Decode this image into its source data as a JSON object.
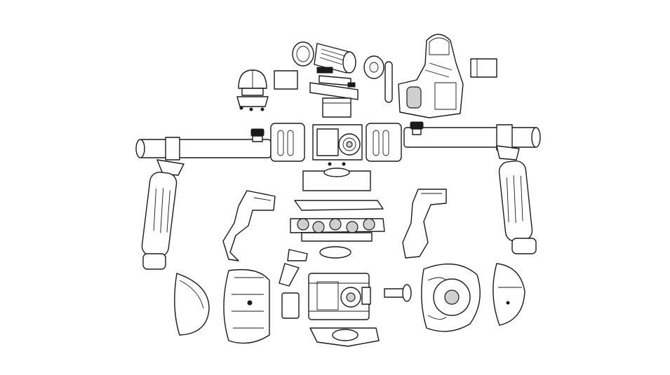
{
  "diagram": {
    "type": "exploded-view",
    "background_color": "#ffffff",
    "line_color": "#1a1a1a",
    "parts": [
      {
        "name": "left-handlebar",
        "icon": "tube"
      },
      {
        "name": "right-handlebar",
        "icon": "tube"
      },
      {
        "name": "left-grip",
        "icon": "grip"
      },
      {
        "name": "right-grip",
        "icon": "grip"
      },
      {
        "name": "center-hub",
        "icon": "hub"
      },
      {
        "name": "top-mount-block",
        "icon": "block"
      },
      {
        "name": "yaw-motor-housing",
        "icon": "bracket"
      },
      {
        "name": "damper-plate",
        "icon": "plate"
      },
      {
        "name": "roll-arm-left",
        "icon": "arm"
      },
      {
        "name": "roll-arm-right",
        "icon": "arm"
      },
      {
        "name": "camera-cage",
        "icon": "cage"
      },
      {
        "name": "motor-cover-left",
        "icon": "dome"
      },
      {
        "name": "motor-cover-right",
        "icon": "dome"
      },
      {
        "name": "bottom-bracket",
        "icon": "bracket"
      }
    ]
  }
}
